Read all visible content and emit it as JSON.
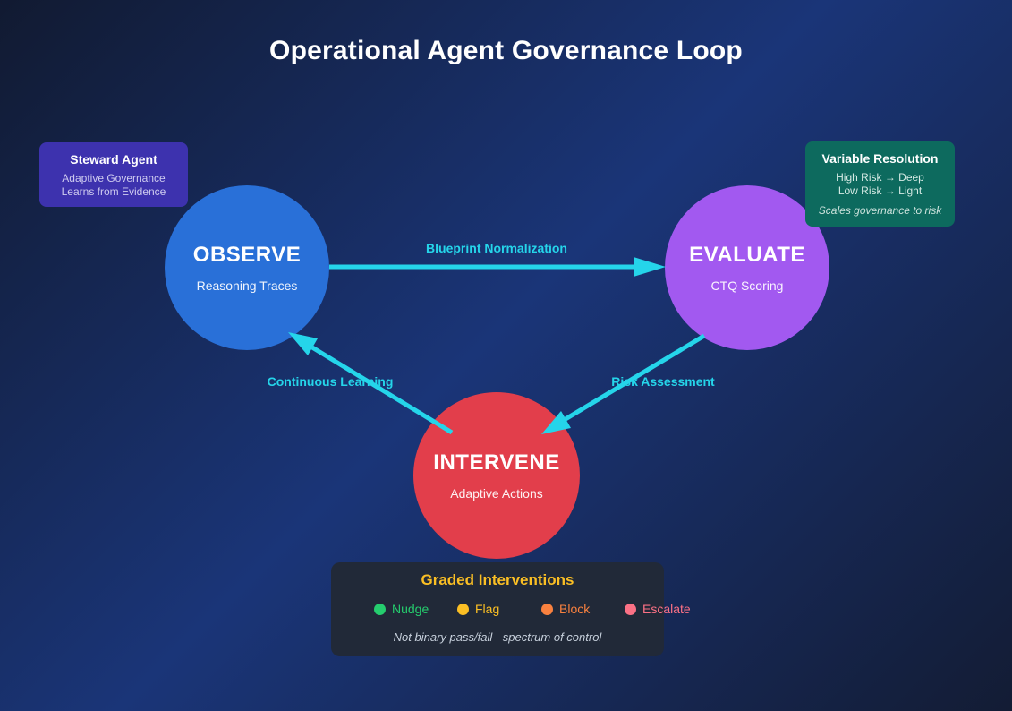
{
  "title": "Operational Agent Governance Loop",
  "nodes": {
    "observe": {
      "label": "OBSERVE",
      "sublabel": "Reasoning Traces",
      "color": "#2970d8"
    },
    "evaluate": {
      "label": "EVALUATE",
      "sublabel": "CTQ Scoring",
      "color": "#a259f0"
    },
    "intervene": {
      "label": "INTERVENE",
      "sublabel": "Adaptive Actions",
      "color": "#e23e4b"
    }
  },
  "edges": {
    "color": "#25d5ea",
    "observe_to_evaluate": {
      "label": "Blueprint Normalization"
    },
    "evaluate_to_intervene": {
      "label": "Risk Assessment"
    },
    "intervene_to_observe": {
      "label": "Continuous Learning"
    }
  },
  "callouts": {
    "steward": {
      "title": "Steward Agent",
      "line1": "Adaptive Governance",
      "line2": "Learns from Evidence",
      "color": "#3d32ae"
    },
    "variable": {
      "title": "Variable Resolution",
      "line1": "High Risk → Deep",
      "line2": "Low Risk → Light",
      "note": "Scales governance to risk",
      "color": "#0d6a5e"
    }
  },
  "graded": {
    "title": "Graded Interventions",
    "title_color": "#fbbf24",
    "items": [
      {
        "label": "Nudge",
        "color": "#25cd6e"
      },
      {
        "label": "Flag",
        "color": "#fbbf24"
      },
      {
        "label": "Block",
        "color": "#f9813f"
      },
      {
        "label": "Escalate",
        "color": "#fb7185"
      }
    ],
    "note": "Not binary pass/fail - spectrum of control"
  }
}
